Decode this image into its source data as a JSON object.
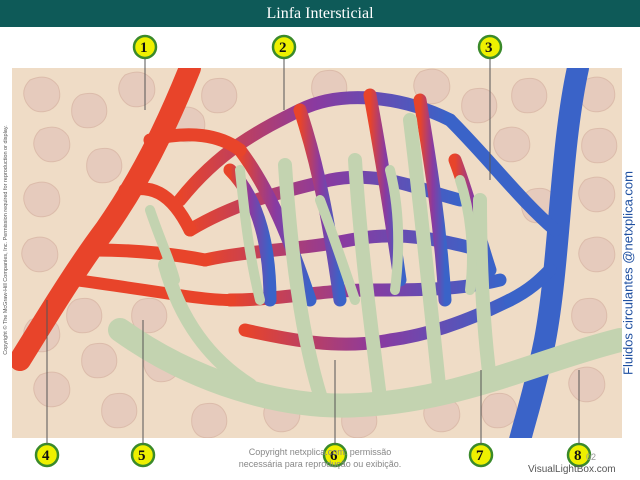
{
  "title": "Linfa Intersticial",
  "markers": [
    "1",
    "2",
    "3",
    "4",
    "5",
    "6",
    "7",
    "8"
  ],
  "side_credit": "Fluidos circulantes @netxplica.com",
  "vertical_copyright": "Copyright © The McGraw-Hill Companies, Inc. Permission required for reproduction or display.",
  "copyright_line1": "Copyright netxplica.com: permissão",
  "copyright_line2": "necessária para reprodução ou exibição.",
  "page_number": "02",
  "watermark": "VisualLightBox.com",
  "colors": {
    "header": "#0e5a58",
    "artery": "#e8442a",
    "capillary_mid": "#8a3aa0",
    "vein": "#3a63c8",
    "lymph": "#c3d3b0",
    "tissue": "#efdcc6",
    "cell": "#e6cbbd",
    "marker_fill": "#eef000",
    "marker_ring": "#3a8a2a"
  }
}
